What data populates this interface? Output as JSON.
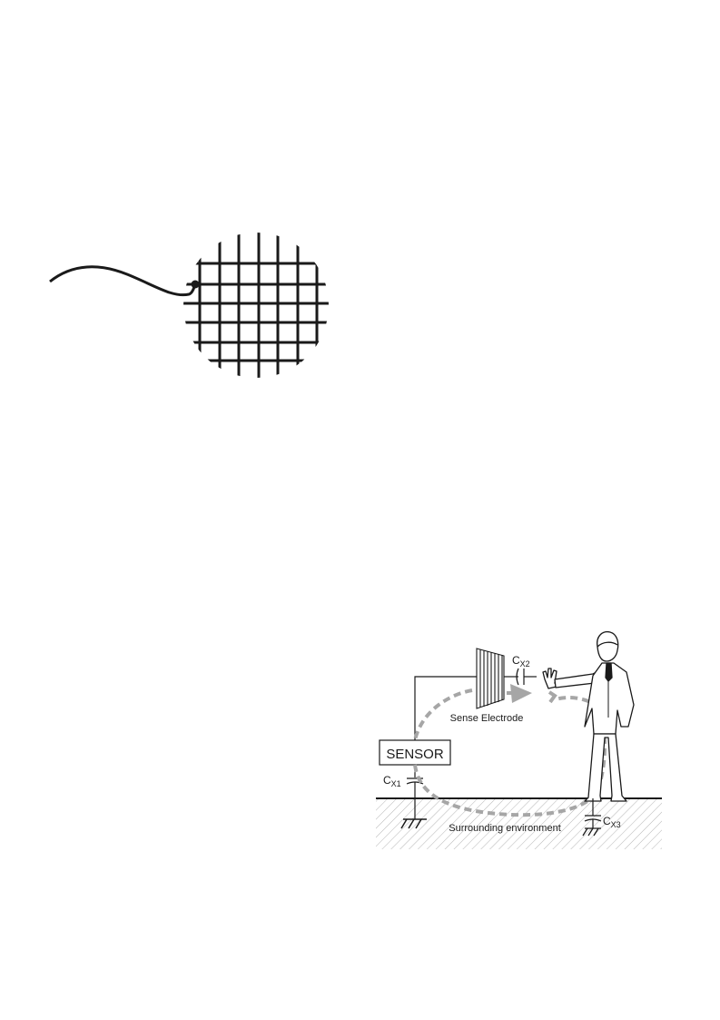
{
  "diagram": {
    "labels": {
      "sensor": "SENSOR",
      "sense_electrode": "Sense Electrode",
      "surrounding_environment": "Surrounding environment",
      "cx1_main": "C",
      "cx1_sub": "X1",
      "cx2_main": "C",
      "cx2_sub": "X2",
      "cx3_main": "C",
      "cx3_sub": "X3"
    },
    "colors": {
      "line": "#1a1a1a",
      "field_path": "#a6a6a6",
      "hatch": "#b5b5b5"
    }
  }
}
